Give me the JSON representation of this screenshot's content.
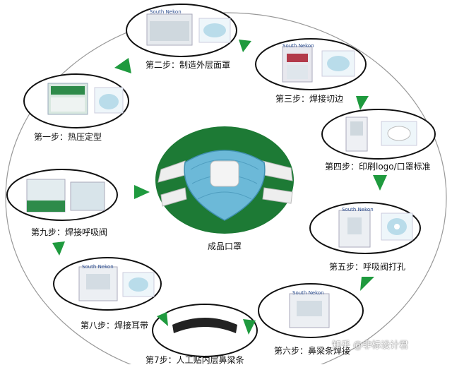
{
  "center": {
    "label": "成品口罩"
  },
  "brand": "South Nekon",
  "steps": [
    {
      "label": "第一步：热压定型"
    },
    {
      "label": "第二步：制造外层面罩"
    },
    {
      "label": "第三步：焊接切边"
    },
    {
      "label": "第四步：印刷logo/口罩标准"
    },
    {
      "label": "第五步：呼吸阀打孔"
    },
    {
      "label": "第六步：鼻梁条焊接"
    },
    {
      "label": "第7步：人工贴内层鼻梁条"
    },
    {
      "label": "第八步：焊接耳带"
    },
    {
      "label": "第九步：焊接呼吸阀"
    }
  ],
  "watermark": "知乎 @非标设计君",
  "colors": {
    "arrow": "#1f9a3e",
    "mask": "#5fb3d4",
    "machine_base": "#2e8b4a"
  }
}
